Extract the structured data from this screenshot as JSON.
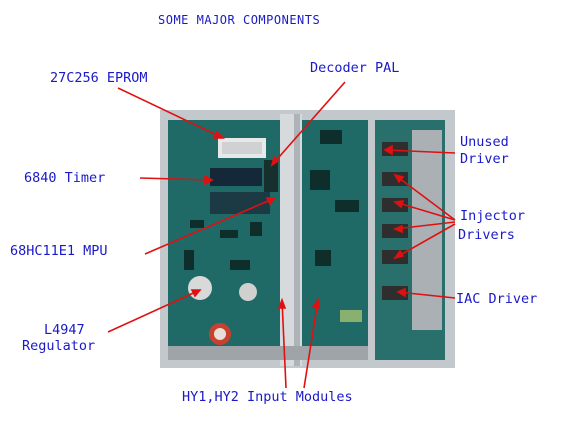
{
  "title": "SOME MAJOR COMPONENTS",
  "labels": {
    "eprom": "27C256 EPROM",
    "decoder": "Decoder PAL",
    "timer": "6840 Timer",
    "mpu": "68HC11E1 MPU",
    "regulator_line1": "L4947",
    "regulator_line2": "Regulator",
    "unused_line1": "Unused",
    "unused_line2": "Driver",
    "injector_line1": "Injector",
    "injector_line2": "Drivers",
    "iac": "IAC Driver",
    "input_modules": "HY1,HY2 Input Modules"
  },
  "colors": {
    "label_text": "#1a1ac8",
    "arrow": "#e01010",
    "board_green": "#1f6a66",
    "housing_gray": "#b7bcc0"
  }
}
